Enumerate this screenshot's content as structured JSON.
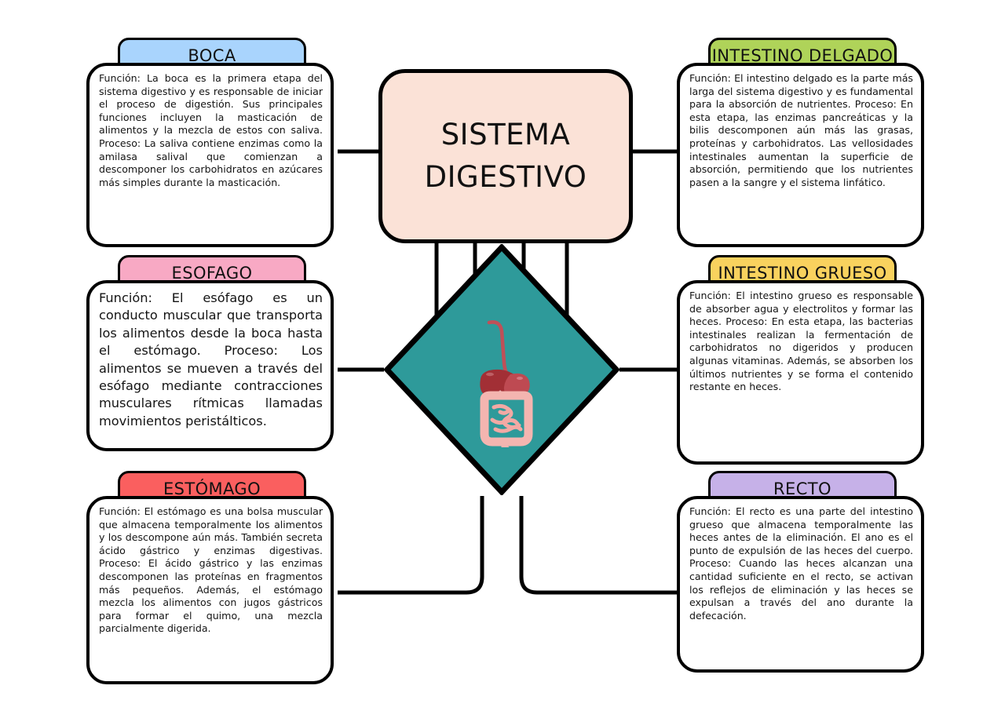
{
  "center": {
    "title_line1": "SISTEMA",
    "title_line2": "DIGESTIVO",
    "illustration": "digestive-system-illustration",
    "diamond_color": "#2E9A9A",
    "title_box_color": "#FBE2D7"
  },
  "nodes": [
    {
      "id": "boca",
      "title": "BOCA",
      "color": "#A9D4FD",
      "text": "Función: La boca es la primera etapa del sistema digestivo y es responsable de iniciar el proceso de digestión. Sus principales funciones incluyen la masticación de alimentos y la mezcla de estos con saliva. Proceso: La saliva contiene enzimas como la amilasa salival que comienzan a descomponer los carbohidratos en azúcares más simples durante la masticación."
    },
    {
      "id": "esofago",
      "title": "ESOFAGO",
      "color": "#F8A9C4",
      "text": "Función: El esófago es un conducto muscular que transporta los alimentos desde la boca hasta el estómago. Proceso: Los alimentos se mueven a través del esófago mediante contracciones musculares rítmicas llamadas movimientos peristálticos."
    },
    {
      "id": "estomago",
      "title": "ESTÓMAGO",
      "color": "#FA5F5F",
      "text": "Función: El estómago es una bolsa muscular que almacena temporalmente los alimentos y los descompone aún más. También secreta ácido gástrico y enzimas digestivas. Proceso: El ácido gástrico y las enzimas descomponen las proteínas en fragmentos más pequeños. Además, el estómago mezcla los alimentos con jugos gástricos para formar el quimo, una mezcla parcialmente digerida."
    },
    {
      "id": "intestino-delgado",
      "title": "INTESTINO DELGADO",
      "color": "#AFD359",
      "text": "Función: El intestino delgado es la parte más larga del sistema digestivo y es fundamental para la absorción de nutrientes. Proceso: En esta etapa, las enzimas pancreáticas y la bilis descomponen aún más las grasas, proteínas y carbohidratos. Las vellosidades intestinales aumentan la superficie de absorción, permitiendo que los nutrientes pasen a la sangre y el sistema linfático."
    },
    {
      "id": "intestino-grueso",
      "title": "INTESTINO GRUESO",
      "color": "#F9D25E",
      "text": "Función: El intestino grueso es responsable de absorber agua y electrolitos y formar las heces. Proceso: En esta etapa, las bacterias intestinales realizan la fermentación de carbohidratos no digeridos y producen algunas vitaminas. Además, se absorben los últimos nutrientes y se forma el contenido restante en heces."
    },
    {
      "id": "recto",
      "title": "RECTO",
      "color": "#C6B1E8",
      "text": "Función: El recto es una parte del intestino grueso que almacena temporalmente las heces antes de la eliminación. El ano es el punto de expulsión de las heces del cuerpo. Proceso: Cuando las heces alcanzan una cantidad suficiente en el recto, se activan los reflejos de eliminación y las heces se expulsan a través del ano durante la defecación."
    }
  ]
}
